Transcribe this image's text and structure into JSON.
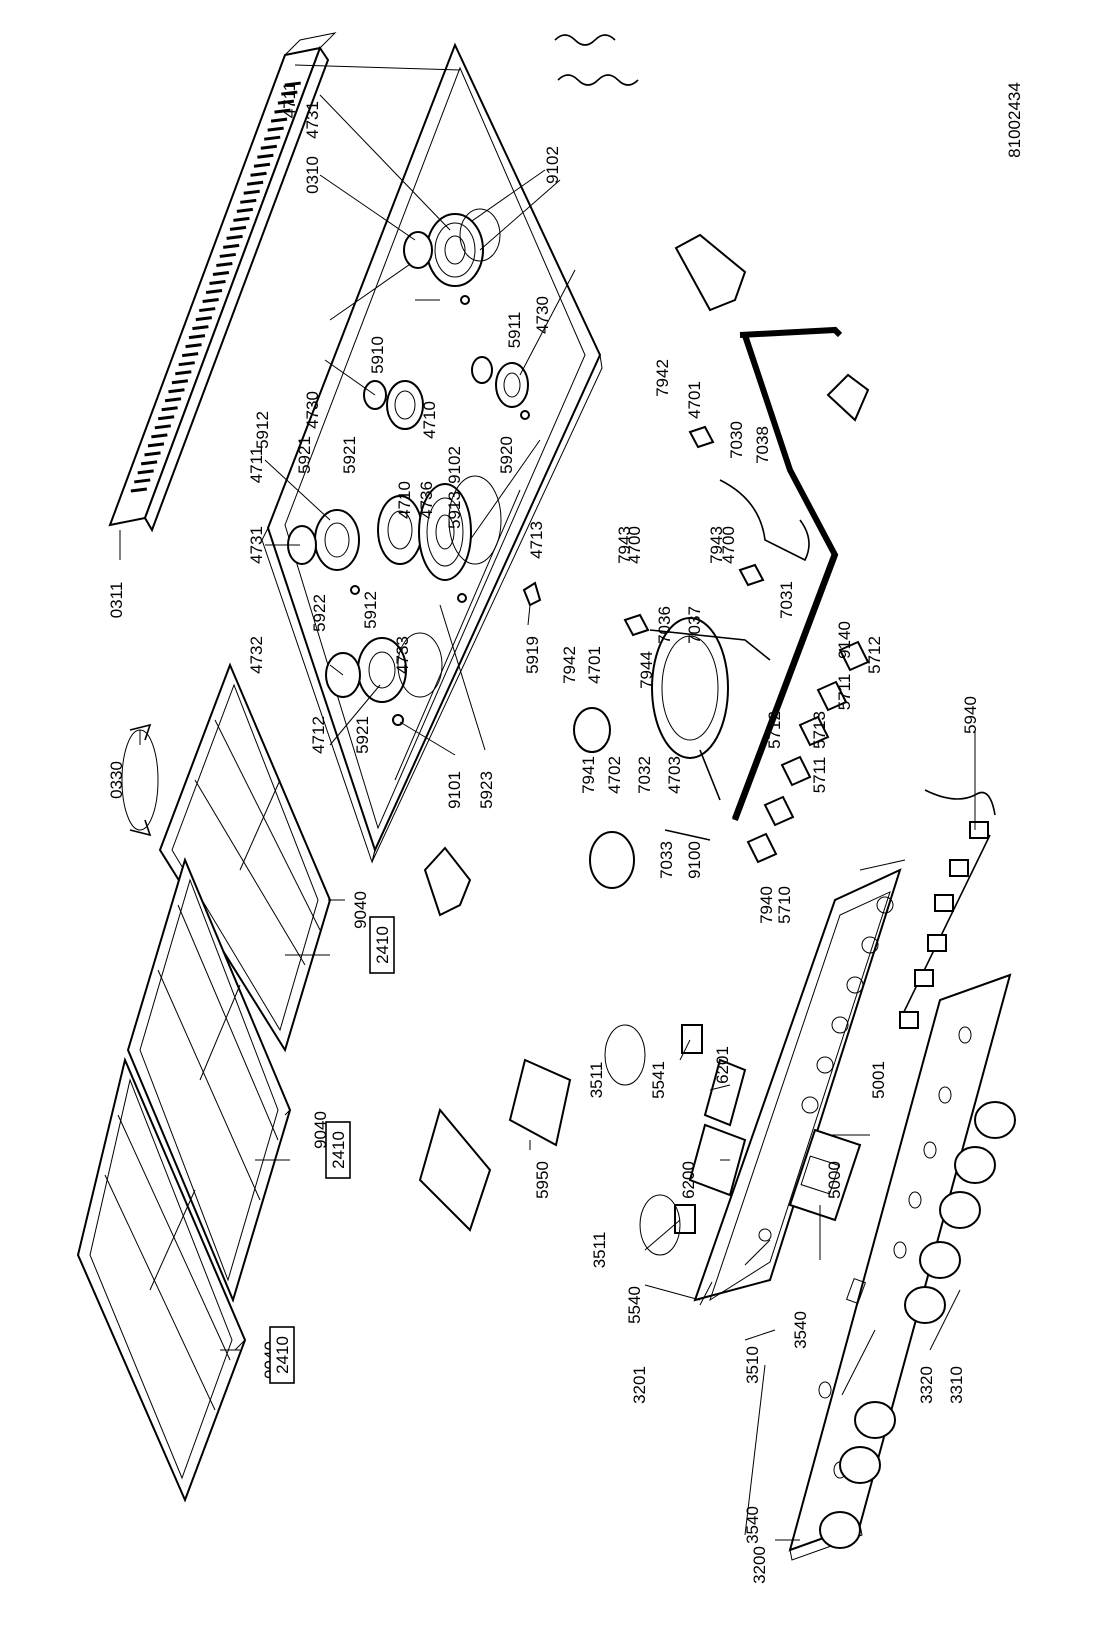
{
  "document_number": "81002434",
  "boxed_labels": [
    "2410",
    "2410",
    "2410"
  ],
  "part_labels": [
    "0311",
    "4731",
    "4711",
    "0310",
    "4731",
    "4711",
    "9102",
    "4730",
    "5910",
    "5921",
    "4730",
    "5911",
    "5912",
    "5921",
    "4710",
    "4736",
    "5913",
    "9102",
    "5920",
    "4710",
    "5922",
    "5912",
    "4713",
    "4732",
    "4733",
    "4712",
    "5921",
    "9101",
    "5923",
    "0330",
    "5919",
    "9040",
    "9040",
    "9040",
    "7942",
    "4701",
    "7030",
    "7038",
    "7943",
    "4700",
    "7943",
    "4700",
    "7036",
    "7037",
    "7031",
    "7942",
    "4701",
    "7944",
    "9140",
    "5712",
    "5711",
    "5713",
    "5711",
    "5712",
    "7941",
    "4702",
    "7032",
    "4703",
    "7033",
    "9100",
    "7940",
    "5710",
    "5940",
    "3511",
    "5541",
    "6201",
    "5001",
    "6200",
    "5950",
    "3511",
    "5000",
    "5540",
    "3540",
    "3510",
    "3201",
    "3540",
    "3200",
    "3320",
    "3310"
  ]
}
